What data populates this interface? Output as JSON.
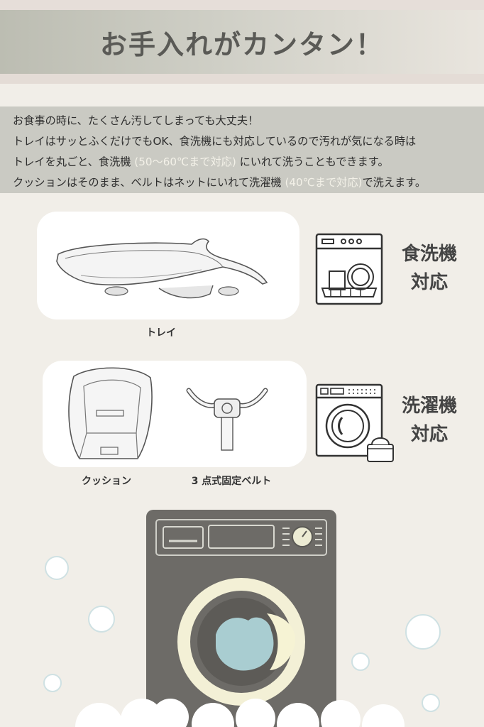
{
  "page_title": "お手入れがカンタン！",
  "description": {
    "line1": "お食事の時に、たくさん汚してしまっても大丈夫！",
    "line2": "トレイはサッとふくだけでもOK、食洗機にも対応しているので汚れが気になる時は",
    "line3_a": "トレイを丸ごと、食洗機 ",
    "line3_hl": "(50〜60℃まで対応)",
    "line3_b": " にいれて洗うこともできます。",
    "line4_a": "クッションはそのまま、ベルトはネットにいれて洗濯機 ",
    "line4_hl": "(40℃まで対応)",
    "line4_b": "で洗えます。"
  },
  "tray_section": {
    "caption": "トレイ",
    "label_line1": "食洗機",
    "label_line2": "対応"
  },
  "cushion_section": {
    "cushion_caption": "クッション",
    "belt_caption": "3 点式固定ベルト",
    "label_line1": "洗濯機",
    "label_line2": "対応"
  },
  "colors": {
    "machine_body": "#6d6b67",
    "door_ring": "#f3f0d6",
    "water": "#a9cdd1",
    "bubble": "#ffffff"
  }
}
